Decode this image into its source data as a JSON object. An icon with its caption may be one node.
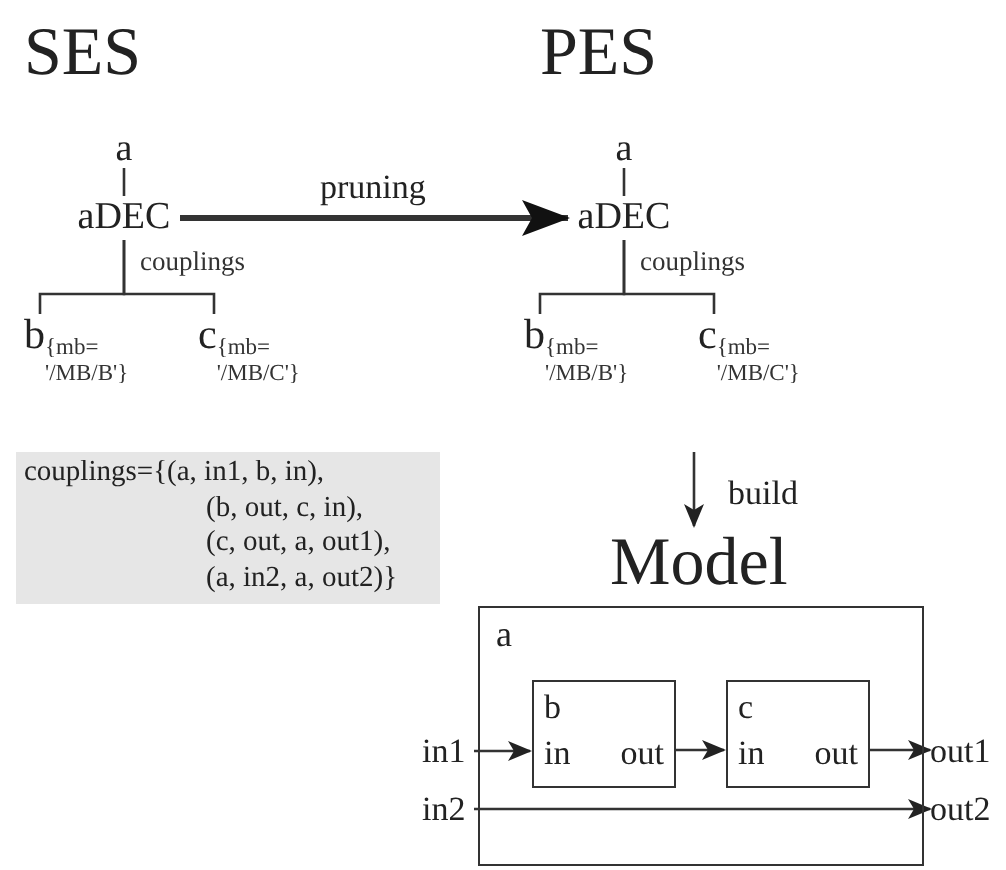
{
  "diagram": {
    "nodes": [
      {
        "text": [
          "a"
        ]
      },
      {
        "text": [
          "aDEC"
        ],
        "beside": [
          "couplings"
        ]
      },
      {
        "text": [
          "b",
          "{mb= '/MB/B'}"
        ]
      },
      {
        "text": [
          "c",
          "{mb= '/MB/C'}"
        ]
      },
      {
        "text": [
          "a"
        ]
      },
      {
        "text": [
          "aDEC"
        ],
        "beside": [
          "couplings"
        ]
      },
      {
        "text": [
          "b",
          "{mb= '/MB/B'}"
        ]
      },
      {
        "text": [
          "c",
          "{mb= '/MB/C'}"
        ]
      },
      {
        "text": [
          "couplings={(a, in1, b, in),",
          "(b, out, c, in),",
          "(c, out, a, out1),",
          "(a, in2, a, out2)}"
        ]
      },
      {
        "text": [
          "a"
        ],
        "beside": [
          "Model"
        ]
      },
      {
        "text": [
          "b",
          "in",
          "out"
        ],
        "in": 9
      },
      {
        "text": [
          "c",
          "in",
          "out"
        ],
        "in": 9
      },
      {
        "text": [
          "in1"
        ]
      },
      {
        "text": [
          "in2"
        ]
      },
      {
        "text": [
          "out1"
        ]
      },
      {
        "text": [
          "out2"
        ]
      }
    ],
    "edges": [
      {
        "from": 0,
        "to": 1,
        "arrow": "none"
      },
      {
        "from": 1,
        "to": 2,
        "arrow": "none"
      },
      {
        "from": 1,
        "to": 3,
        "arrow": "none"
      },
      {
        "from": 4,
        "to": 5,
        "arrow": "none"
      },
      {
        "from": 5,
        "to": 6,
        "arrow": "none"
      },
      {
        "from": 5,
        "to": 7,
        "arrow": "none"
      },
      {
        "from": 1,
        "to": 5,
        "arrow": "to",
        "label": "pruning",
        "style": "thick"
      },
      {
        "from": null,
        "to": 9,
        "arrow": "to",
        "label": "build"
      },
      {
        "from": 12,
        "to": 10,
        "arrow": "to"
      },
      {
        "from": 10,
        "to": 11,
        "arrow": "to"
      },
      {
        "from": 11,
        "to": 14,
        "arrow": "to"
      },
      {
        "from": 13,
        "to": 15,
        "arrow": "to"
      }
    ],
    "labels": [
      "SES",
      "PES"
    ]
  }
}
